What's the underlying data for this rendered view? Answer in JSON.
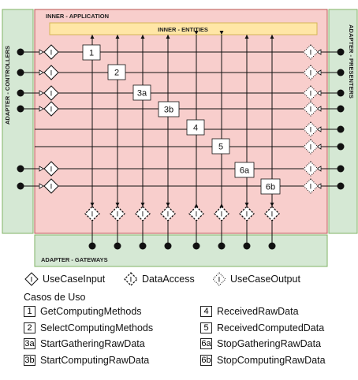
{
  "panels": {
    "application": "INNER - APPLICATION",
    "entities": "INNER - ENTITIES",
    "controllers": "ADAPTER - CONTROLLERS",
    "presenters": "ADAPTER - PRESENTERS",
    "gateways": "ADAPTER - GATEWAYS"
  },
  "node_glyph": "I",
  "use_cases": [
    {
      "id": "1",
      "name": "GetComputingMethods"
    },
    {
      "id": "2",
      "name": "SelectComputingMethods"
    },
    {
      "id": "3a",
      "name": "StartGatheringRawData"
    },
    {
      "id": "3b",
      "name": "StartComputingRawData"
    },
    {
      "id": "4",
      "name": "ReceivedRawData"
    },
    {
      "id": "5",
      "name": "ReceivedComputedData"
    },
    {
      "id": "6a",
      "name": "StopGatheringRawData"
    },
    {
      "id": "6b",
      "name": "StopComputingRawData"
    }
  ],
  "legend": {
    "input": "UseCaseInput",
    "data_access": "DataAccess",
    "output": "UseCaseOutput",
    "cases_title": "Casos de Uso"
  },
  "colors": {
    "application_fill": "#f8cecc",
    "entities_fill": "#ffe6a6",
    "adapter_fill": "#d5e8d4",
    "line": "#111111"
  }
}
